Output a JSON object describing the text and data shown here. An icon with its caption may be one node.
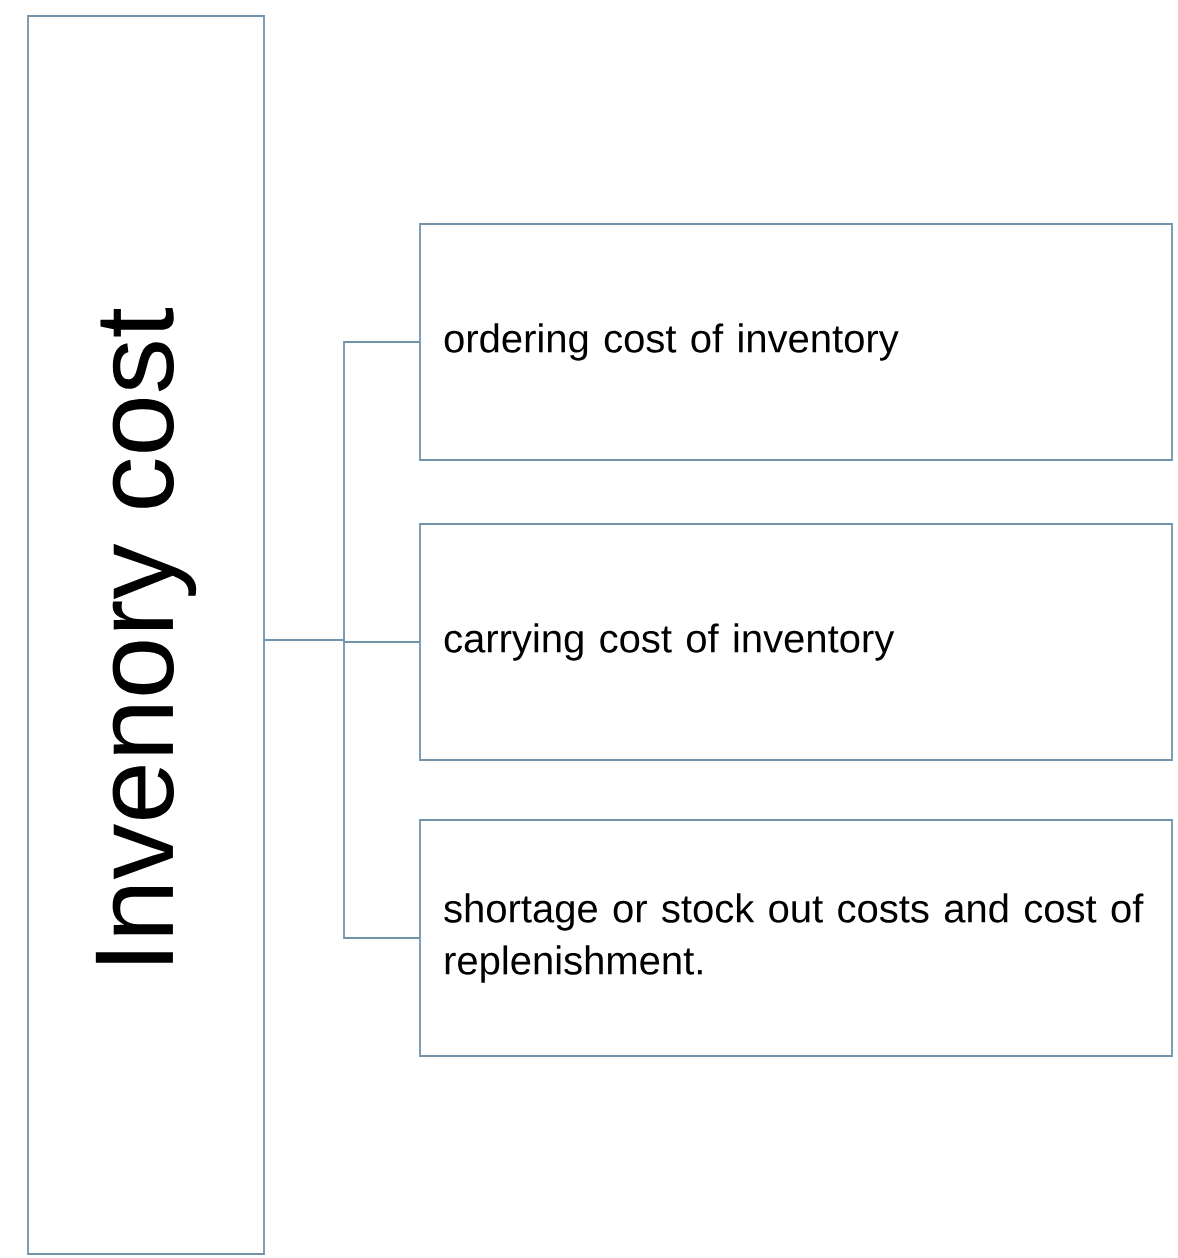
{
  "diagram": {
    "nodes": [
      {
        "text": [
          "Invenory cost"
        ]
      },
      {
        "text": [
          "ordering cost of inventory"
        ]
      },
      {
        "text": [
          "carrying cost of inventory"
        ]
      },
      {
        "text": [
          "shortage or stock out costs and cost of replenishment."
        ]
      }
    ],
    "edges": [
      {
        "from": 0,
        "to": 1,
        "arrow": "none"
      },
      {
        "from": 0,
        "to": 2,
        "arrow": "none"
      },
      {
        "from": 0,
        "to": 3,
        "arrow": "none"
      }
    ]
  }
}
